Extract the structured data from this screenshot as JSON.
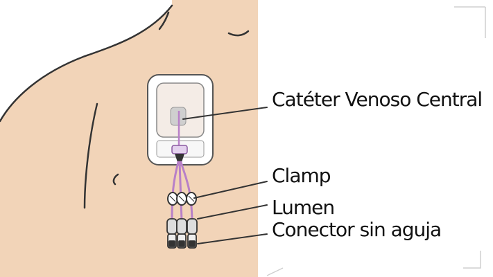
{
  "labels": {
    "catheter": "Catéter Venoso Central",
    "clamp": "Clamp",
    "lumen": "Lumen",
    "connector": "Conector sin aguja"
  },
  "colors": {
    "skin": "#f2d4b8",
    "outline": "#333333",
    "tubing": "#b880c8",
    "dressing": "#ffffff",
    "connector_body": "#dddddd",
    "text": "#111111"
  }
}
